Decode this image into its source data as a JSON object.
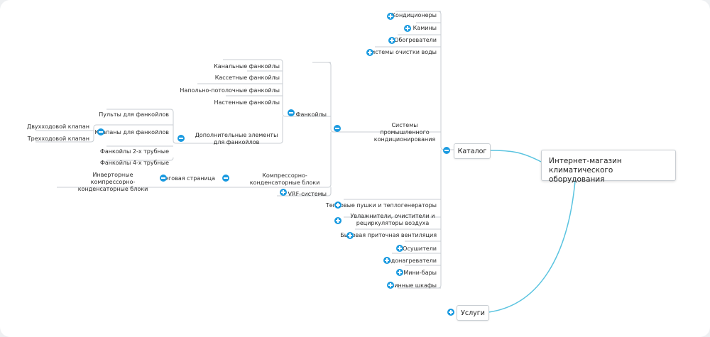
{
  "colors": {
    "accent": "#1a9ae0",
    "line": "#c9ced3",
    "root_link": "#5bc4e0"
  },
  "root": {
    "title": "Интернет-магазин климатического оборудования"
  },
  "catalog": {
    "label": "Каталог"
  },
  "services": {
    "label": "Услуги"
  },
  "catalog_items": {
    "conditioners": "Кондиционеры",
    "fireplaces": "Камины",
    "heaters": "Обогреватели",
    "water_systems": "Системы очистки воды",
    "industrial": "Системы промышленного кондиционирования",
    "heat_guns": "Тепловые пушки и теплогенераторы",
    "humidifiers": "Увлажнители, очистители и рециркуляторы воздуха",
    "ventilation": "Бытовая приточная вентиляция",
    "dehumidifiers": "Осушители",
    "water_heaters": "Водонагреватели",
    "minibars": "Мини-бары",
    "wine_cabinets": "Винные шкафы"
  },
  "industrial_items": {
    "fancoils": "Фанкойлы",
    "compressor_units": "Компрессорно-конденсаторные блоки",
    "vrf": "VRF-системы"
  },
  "fancoil_items": {
    "channel": "Канальные фанкойлы",
    "cassette": "Кассетные фанкойлы",
    "floor_ceiling": "Напольно-потолочные фанкойлы",
    "wall": "Настенные фанкойлы",
    "extra": "Дополнительные элементы для фанкойлов"
  },
  "extra_items": {
    "remotes": "Пульты для фанкойлов",
    "valves": "Клапаны для фанкойлов",
    "two_pipe": "Фанкойлы 2-х трубные",
    "four_pipe": "Фанкойлы 4-х трубные"
  },
  "valve_items": {
    "two_way": "Двухходовой клапан",
    "three_way": "Трехходовой клапан"
  },
  "compressor_items": {
    "tag_page": "Теговая страница"
  },
  "tag_items": {
    "inverter": "Инверторные компрессорно-конденсаторные блоки"
  }
}
